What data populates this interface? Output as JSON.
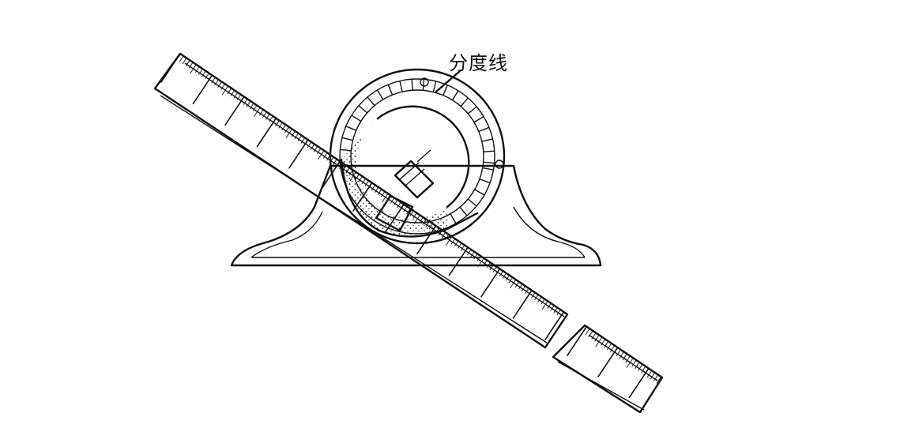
{
  "diagram": {
    "callout_label": "分度线",
    "line_color": "#111111",
    "background_color": "#ffffff",
    "parts": [
      "protractor-base",
      "graduated-ring",
      "protractor-head",
      "steel-rule"
    ]
  }
}
